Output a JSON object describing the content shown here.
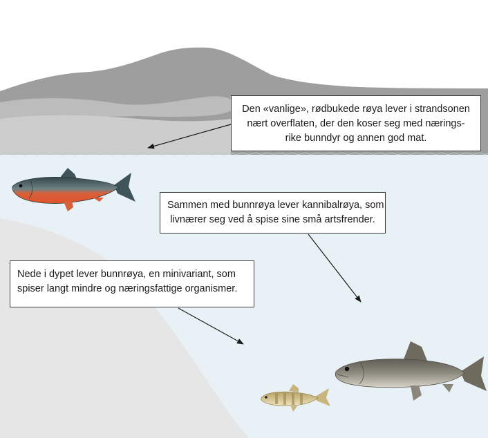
{
  "callouts": {
    "top": {
      "lines": [
        "Den «vanlige», rødbukede røya lever i strandsonen",
        "nært overflaten, der den koser seg med nærings-",
        "rike bunndyr og annen god mat."
      ]
    },
    "middle": {
      "lines": [
        "Sammen med bunnrøya lever kannibalrøya, som",
        "livnærer seg ved å spise sine små artsfrender."
      ]
    },
    "bottom": {
      "lines": [
        "Nede i dypet lever bunnrøya, en minivariant, som",
        "spiser langt mindre og næringsfattige organismer."
      ]
    }
  },
  "colors": {
    "water": "#e8f2f6",
    "lakebed": "#e6e6e6",
    "mountain_far": "#9e9e9e",
    "mountain_mid": "#bcbcbc",
    "mountain_near": "#cdcdcd",
    "char_belly": "#e0532c",
    "char_back": "#3f5458",
    "arrow": "#1a1a1a"
  }
}
